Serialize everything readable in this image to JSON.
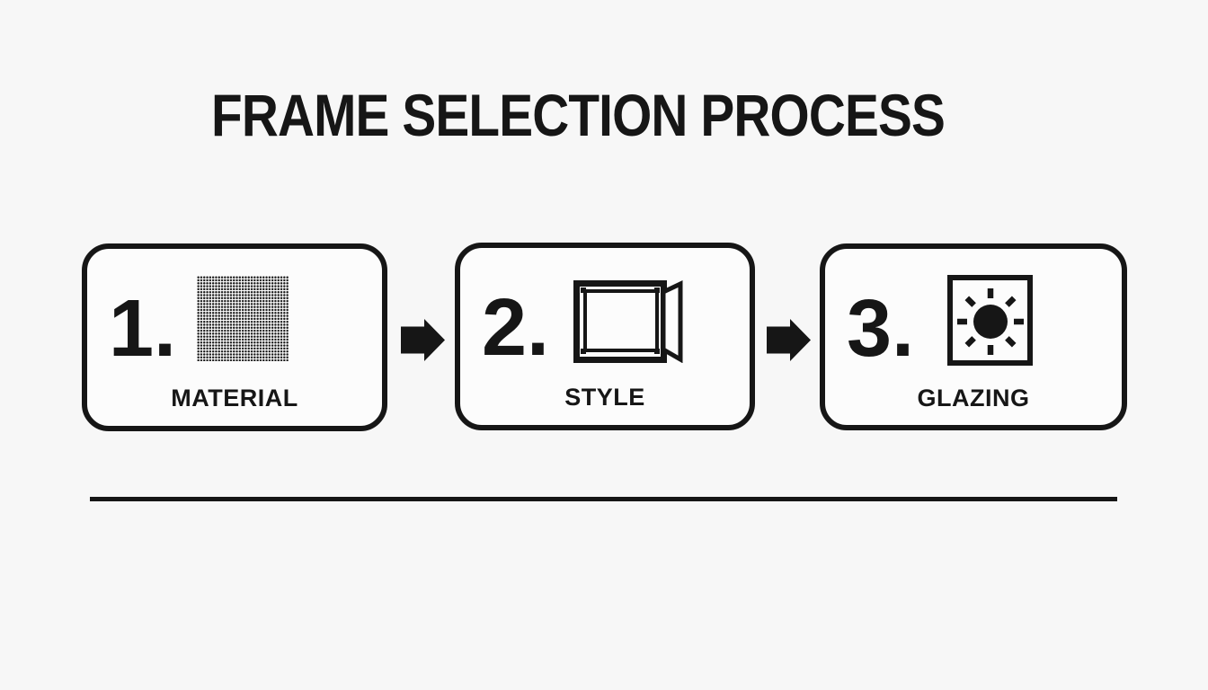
{
  "title": "FRAME SELECTION PROCESS",
  "colors": {
    "ink": "#161616",
    "background": "#f7f7f7",
    "box_fill": "#fcfcfc"
  },
  "steps": [
    {
      "number": "1.",
      "label": "MATERIAL",
      "icon": "dotted-material-swatch-icon"
    },
    {
      "number": "2.",
      "label": "STYLE",
      "icon": "open-frame-icon"
    },
    {
      "number": "3.",
      "label": "GLAZING",
      "icon": "sun-in-glass-icon"
    }
  ],
  "connectors": [
    {
      "icon": "arrow-right-icon"
    },
    {
      "icon": "arrow-right-icon"
    }
  ]
}
